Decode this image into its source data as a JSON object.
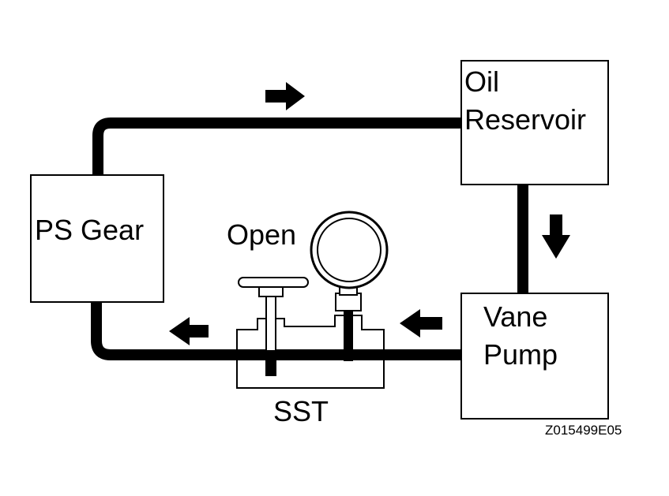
{
  "diagram": {
    "reservoir": {
      "line1": "Oil",
      "line2": "Reservoir"
    },
    "gear": {
      "label": "PS Gear"
    },
    "pump": {
      "line1": "Vane",
      "line2": "Pump"
    },
    "valve": {
      "label": "Open"
    },
    "sst": {
      "label": "SST"
    },
    "figure_code": "Z015499E05"
  }
}
